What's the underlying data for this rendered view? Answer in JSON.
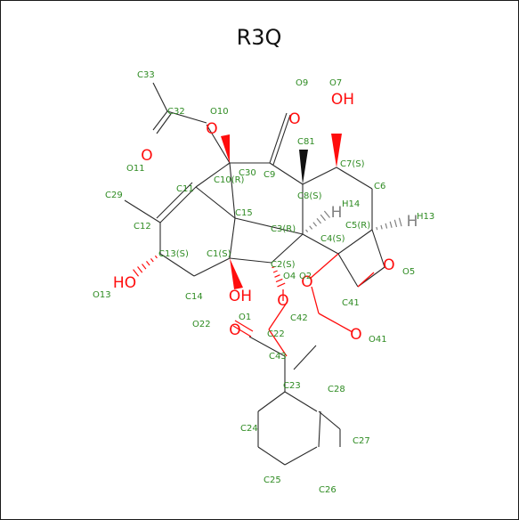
{
  "title": "R3Q",
  "colors": {
    "bond": "#2a2a2a",
    "oxygen": "#ff0d0d",
    "hydrogen": "#808080",
    "atom_label": "#2e8b22"
  },
  "hetero_labels": [
    {
      "id": "OH-7",
      "text": "OH",
      "element": "O"
    },
    {
      "id": "O-9",
      "text": "O",
      "element": "O"
    },
    {
      "id": "O-10",
      "text": "O",
      "element": "O"
    },
    {
      "id": "O-11",
      "text": "O",
      "element": "O"
    },
    {
      "id": "HO-13",
      "text": "HO",
      "element": "O"
    },
    {
      "id": "OH-1",
      "text": "OH",
      "element": "O"
    },
    {
      "id": "O-5",
      "text": "O",
      "element": "O"
    },
    {
      "id": "O-4",
      "text": "O",
      "element": "O"
    },
    {
      "id": "O-2",
      "text": "O",
      "element": "O"
    },
    {
      "id": "O-22",
      "text": "O",
      "element": "O"
    },
    {
      "id": "O-41",
      "text": "O",
      "element": "O"
    },
    {
      "id": "H-14",
      "text": "H",
      "element": "H"
    },
    {
      "id": "H-13",
      "text": "H",
      "element": "H"
    }
  ],
  "atom_labels": [
    "C33",
    "C32",
    "O10",
    "O11",
    "O9",
    "O7",
    "C81",
    "C30",
    "C7(S)",
    "C10(R)",
    "C9",
    "C11",
    "C29",
    "C6",
    "C8(S)",
    "H14",
    "C12",
    "C15",
    "H13",
    "C5(R)",
    "C3(R)",
    "C4(S)",
    "C13(S)",
    "C1(S)",
    "C2(S)",
    "O5",
    "O4",
    "O2",
    "O13",
    "C14",
    "O1",
    "C42",
    "C41",
    "O22",
    "C22",
    "O41",
    "C43",
    "C23",
    "C28",
    "C24",
    "C27",
    "C25",
    "C26"
  ]
}
